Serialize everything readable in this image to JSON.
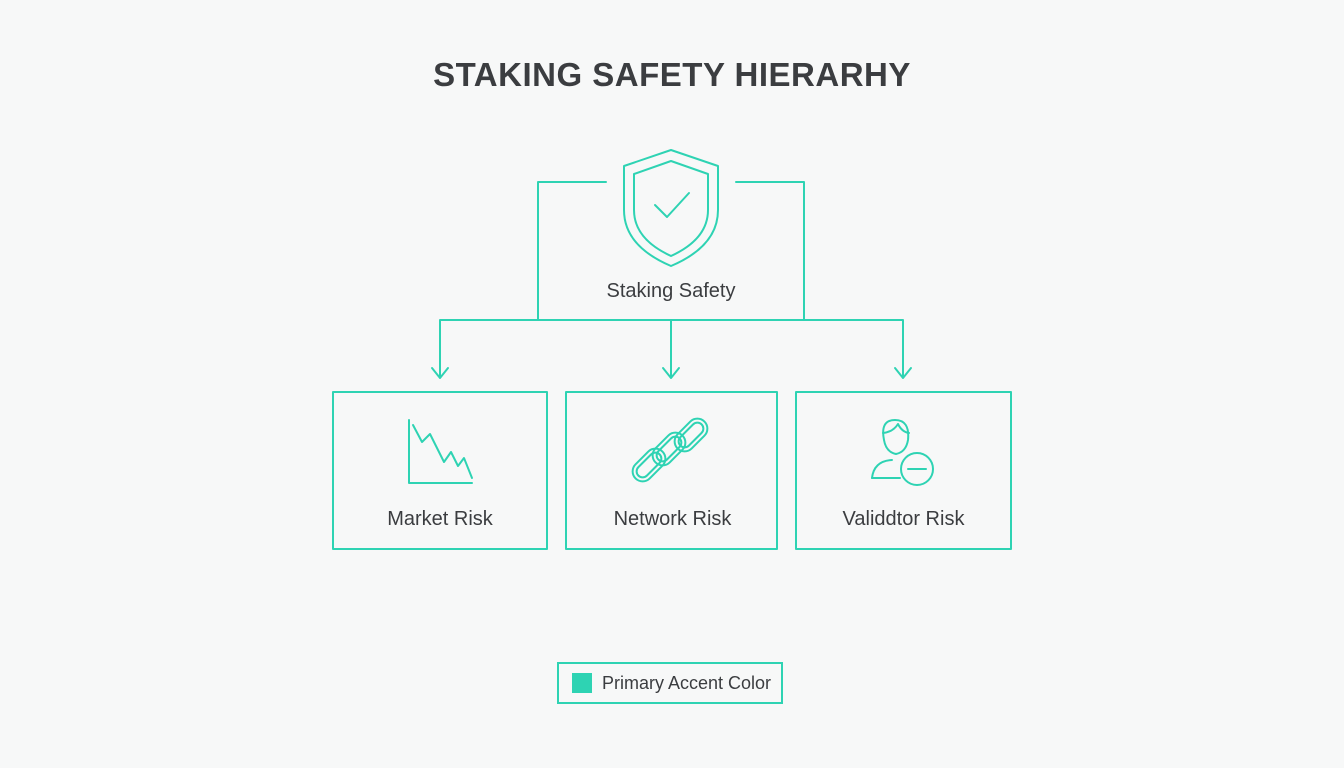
{
  "title": "STAKING SAFETY HIERARHY",
  "accent_color": "#2ed3b3",
  "root": {
    "label": "Staking Safety",
    "icon": "shield-check-icon"
  },
  "children": [
    {
      "label": "Market Risk",
      "icon": "declining-chart-icon"
    },
    {
      "label": "Network Risk",
      "icon": "chain-link-icon"
    },
    {
      "label": "Validdtor Risk",
      "icon": "user-minus-icon"
    }
  ],
  "legend": {
    "label": "Primary Accent Color"
  }
}
